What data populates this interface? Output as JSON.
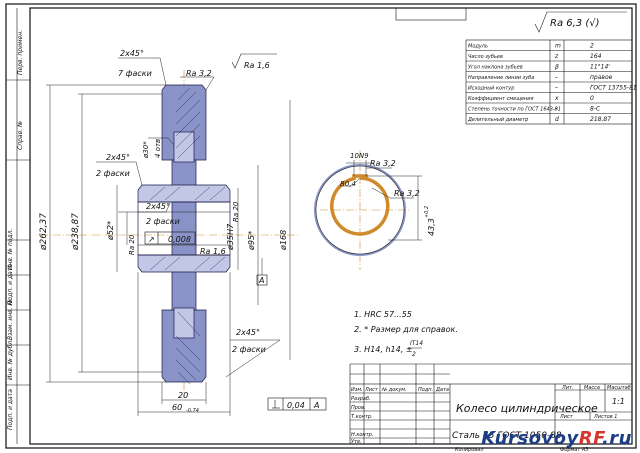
{
  "roughness": "Ra 6,3 (√)",
  "params": [
    {
      "name": "Модуль",
      "sym": "m",
      "val": "2"
    },
    {
      "name": "Число зубьев",
      "sym": "z",
      "val": "164"
    },
    {
      "name": "Угол наклона зубьев",
      "sym": "β",
      "val": "11°14'"
    },
    {
      "name": "Направление линии зуба",
      "sym": "–",
      "val": "правое"
    },
    {
      "name": "Исходный контур",
      "sym": "–",
      "val": "ГОСТ 13755-81"
    },
    {
      "name": "Коэффициент смещения",
      "sym": "x",
      "val": "0"
    },
    {
      "name": "Степень точности по ГОСТ 1643-81",
      "sym": "–",
      "val": "8-С"
    },
    {
      "name": "Делительный диаметр",
      "sym": "d",
      "val": "218,87"
    }
  ],
  "dims": {
    "chamfer_top": "2x45°",
    "chamfer_top_note": "7 фаски",
    "ra32_a": "Ra 3,2",
    "ra16_a": "Ra 1,6",
    "d_outer": "ø262,37",
    "d_root": "ø238,87",
    "d_hole": "ø30*",
    "holes_note": "4 отв",
    "chamfer_l": "2x45°",
    "chamfer_l_note": "2 фаски",
    "chamfer_m": "2x45°",
    "chamfer_m_note": "2 фаски",
    "d52": "ø52*",
    "ra20_a": "Ra 20",
    "ra20_b": "Ra 20",
    "runout": "0,008",
    "d35": "ø35H7",
    "d95": "ø95*",
    "d168": "ø168",
    "ra16_b": "Ra 1,6",
    "view_a": "A",
    "chamfer_b": "2x45°",
    "chamfer_b_note": "2 фаски",
    "width_20": "20",
    "width_60": "60",
    "width_tol": "-0,74",
    "par_tol": "0,04",
    "par_base": "A",
    "key_width": "10N9",
    "ra32_k": "Ra 3,2",
    "ra32_h": "Ra 3,2",
    "r04": "R0,4",
    "key_depth": "43,3",
    "key_tol": "+0,2"
  },
  "notes": [
    "1. НRC 57...55",
    "2. * Размер для справок.",
    "3. H14, h14, ±"
  ],
  "note_it": "IT14",
  "note_den": "2",
  "title": {
    "name": "Колесо цилиндрическое",
    "code": "Сталь 45 ГОСТ 1050-88",
    "col_lit": "Лит.",
    "col_mass": "Масса",
    "col_scale": "Масштаб",
    "scale": "1:1",
    "sheet": "Лист",
    "sheets": "Листов 1",
    "rows": [
      "Изм.",
      "Лист",
      "№ докум.",
      "Подп.",
      "Дата"
    ],
    "roles": [
      "Разраб.",
      "Пров.",
      "Т.контр.",
      "",
      "Н.контр.",
      "Утв."
    ],
    "copied": "Копировал",
    "format": "Формат А3"
  },
  "side": [
    "Перв. примен.",
    "Справ. №",
    "Подп. и дата",
    "Инв. № дубл.",
    "Взам. инв. №",
    "Подп. и дата",
    "Инв. № подл."
  ],
  "watermark": {
    "a": "Kursovoy",
    "b": "RF",
    "c": ".ru"
  }
}
